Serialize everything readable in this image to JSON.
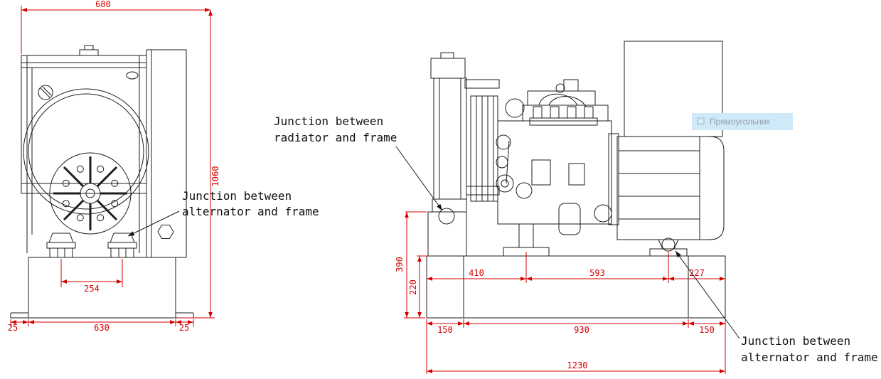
{
  "colors": {
    "drawing_line": "#1c1c1c",
    "dimension": "#d40000",
    "tooltip_bg": "#cfe9f8",
    "tooltip_text": "#95a2ac"
  },
  "front_view": {
    "dims": {
      "top_width": "680",
      "overall_height": "1060",
      "feet_spacing": "254",
      "base_width": "630",
      "left_lip": "25",
      "right_lip": "25"
    },
    "callout_alternator": [
      "Junction between",
      "alternator and frame"
    ]
  },
  "side_view": {
    "dims": {
      "radiator_mount_height": "390",
      "frame_height": "220",
      "seg_a": "410",
      "seg_b": "593",
      "seg_c": "227",
      "left_overhang": "150",
      "mid_span": "930",
      "right_overhang": "150",
      "total_length": "1230"
    },
    "callout_radiator": [
      "Junction between",
      "radiator and frame"
    ],
    "callout_alternator": [
      "Junction between",
      "alternator and frame"
    ],
    "tooltip": "Прямоугольник"
  }
}
